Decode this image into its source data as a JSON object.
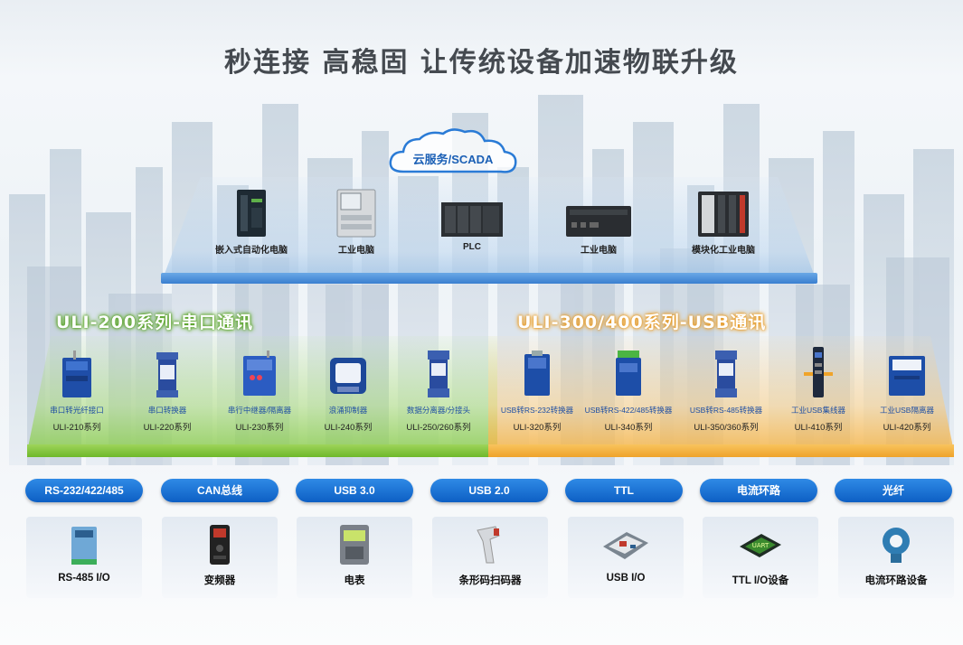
{
  "title": "秒连接 高稳固 让传统设备加速物联升级",
  "cloud": {
    "label": "云服务/SCADA"
  },
  "controllers": [
    {
      "label": "嵌入式自动化电脑"
    },
    {
      "label": "工业电脑"
    },
    {
      "label": "PLC"
    },
    {
      "label": "工业电脑"
    },
    {
      "label": "模块化工业电脑"
    }
  ],
  "series_serial": {
    "title": "ULI-200系列-串口通讯",
    "color": "#7cc43a",
    "modules": [
      {
        "name": "串口转光纤接口",
        "model": "ULI-210系列"
      },
      {
        "name": "串口转换器",
        "model": "ULI-220系列"
      },
      {
        "name": "串行中继器/隔离器",
        "model": "ULI-230系列"
      },
      {
        "name": "浪涌抑制器",
        "model": "ULI-240系列"
      },
      {
        "name": "数据分离器/分接头",
        "model": "ULI-250/260系列"
      }
    ]
  },
  "series_usb": {
    "title": "ULI-300/400系列-USB通讯",
    "color": "#f0a42a",
    "modules": [
      {
        "name": "USB转RS-232转换器",
        "model": "ULI-320系列"
      },
      {
        "name": "USB转RS-422/485转换器",
        "model": "ULI-340系列"
      },
      {
        "name": "USB转RS-485转换器",
        "model": "ULI-350/360系列"
      },
      {
        "name": "工业USB集线器",
        "model": "ULI-410系列"
      },
      {
        "name": "工业USB隔离器",
        "model": "ULI-420系列"
      }
    ]
  },
  "protocols": [
    {
      "label": "RS-232/422/485"
    },
    {
      "label": "CAN总线"
    },
    {
      "label": "USB 3.0"
    },
    {
      "label": "USB 2.0"
    },
    {
      "label": "TTL"
    },
    {
      "label": "电流环路"
    },
    {
      "label": "光纤"
    }
  ],
  "field_devices": [
    {
      "label": "RS-485 I/O",
      "icon": "io-module-icon"
    },
    {
      "label": "变频器",
      "icon": "inverter-icon"
    },
    {
      "label": "电表",
      "icon": "power-meter-icon"
    },
    {
      "label": "条形码扫码器",
      "icon": "barcode-scanner-icon"
    },
    {
      "label": "USB I/O",
      "icon": "usb-io-board-icon"
    },
    {
      "label": "TTL I/O设备",
      "icon": "uart-chip-icon",
      "chip_text": "UART"
    },
    {
      "label": "电流环路设备",
      "icon": "current-loop-sensor-icon"
    }
  ]
}
